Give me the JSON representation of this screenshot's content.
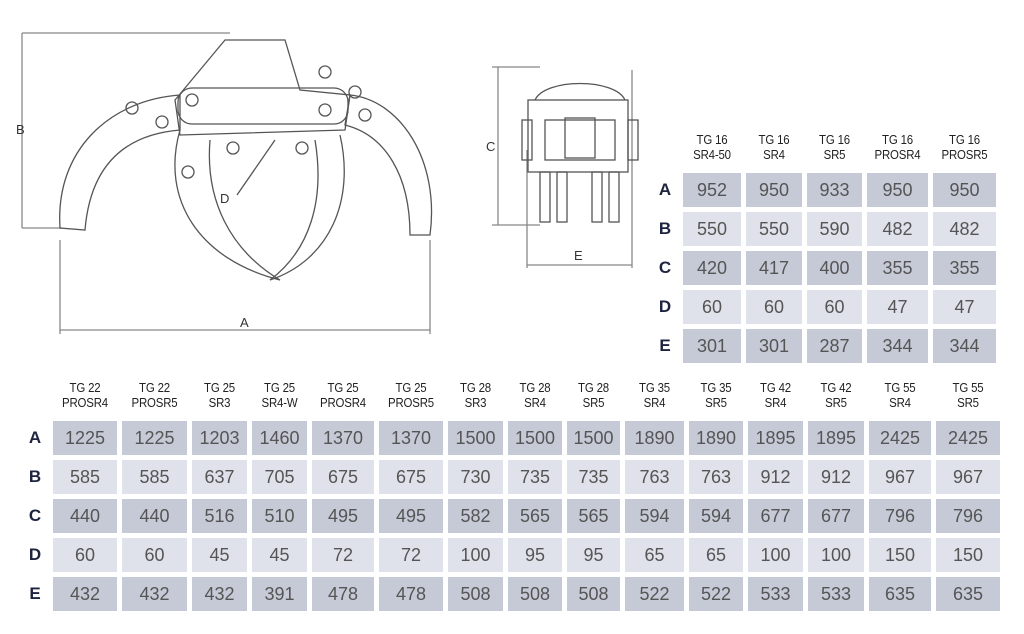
{
  "diagram_labels": {
    "side_height": "B",
    "pivot": "D",
    "width": "A",
    "front_height": "C",
    "front_width": "E"
  },
  "table_top": {
    "columns": [
      {
        "line1": "TG 16",
        "line2": "SR4-50"
      },
      {
        "line1": "TG 16",
        "line2": "SR4"
      },
      {
        "line1": "TG 16",
        "line2": "SR5"
      },
      {
        "line1": "TG 16",
        "line2": "PROSR4"
      },
      {
        "line1": "TG 16",
        "line2": "PROSR5"
      }
    ],
    "rows": [
      {
        "label": "A",
        "values": [
          "952",
          "950",
          "933",
          "950",
          "950"
        ]
      },
      {
        "label": "B",
        "values": [
          "550",
          "550",
          "590",
          "482",
          "482"
        ]
      },
      {
        "label": "C",
        "values": [
          "420",
          "417",
          "400",
          "355",
          "355"
        ]
      },
      {
        "label": "D",
        "values": [
          "60",
          "60",
          "60",
          "47",
          "47"
        ]
      },
      {
        "label": "E",
        "values": [
          "301",
          "301",
          "287",
          "344",
          "344"
        ]
      }
    ]
  },
  "table_bottom": {
    "columns": [
      {
        "line1": "TG 22",
        "line2": "PROSR4"
      },
      {
        "line1": "TG 22",
        "line2": "PROSR5"
      },
      {
        "line1": "TG 25",
        "line2": "SR3"
      },
      {
        "line1": "TG 25",
        "line2": "SR4-W"
      },
      {
        "line1": "TG 25",
        "line2": "PROSR4"
      },
      {
        "line1": "TG 25",
        "line2": "PROSR5"
      },
      {
        "line1": "TG 28",
        "line2": "SR3"
      },
      {
        "line1": "TG 28",
        "line2": "SR4"
      },
      {
        "line1": "TG 28",
        "line2": "SR5"
      },
      {
        "line1": "TG 35",
        "line2": "SR4"
      },
      {
        "line1": "TG 35",
        "line2": "SR5"
      },
      {
        "line1": "TG 42",
        "line2": "SR4"
      },
      {
        "line1": "TG 42",
        "line2": "SR5"
      },
      {
        "line1": "TG 55",
        "line2": "SR4"
      },
      {
        "line1": "TG 55",
        "line2": "SR5"
      }
    ],
    "rows": [
      {
        "label": "A",
        "values": [
          "1225",
          "1225",
          "1203",
          "1460",
          "1370",
          "1370",
          "1500",
          "1500",
          "1500",
          "1890",
          "1890",
          "1895",
          "1895",
          "2425",
          "2425"
        ]
      },
      {
        "label": "B",
        "values": [
          "585",
          "585",
          "637",
          "705",
          "675",
          "675",
          "730",
          "735",
          "735",
          "763",
          "763",
          "912",
          "912",
          "967",
          "967"
        ]
      },
      {
        "label": "C",
        "values": [
          "440",
          "440",
          "516",
          "510",
          "495",
          "495",
          "582",
          "565",
          "565",
          "594",
          "594",
          "677",
          "677",
          "796",
          "796"
        ]
      },
      {
        "label": "D",
        "values": [
          "60",
          "60",
          "45",
          "45",
          "72",
          "72",
          "100",
          "95",
          "95",
          "65",
          "65",
          "100",
          "100",
          "150",
          "150"
        ]
      },
      {
        "label": "E",
        "values": [
          "432",
          "432",
          "432",
          "391",
          "478",
          "478",
          "508",
          "508",
          "508",
          "522",
          "522",
          "533",
          "533",
          "635",
          "635"
        ]
      }
    ]
  }
}
